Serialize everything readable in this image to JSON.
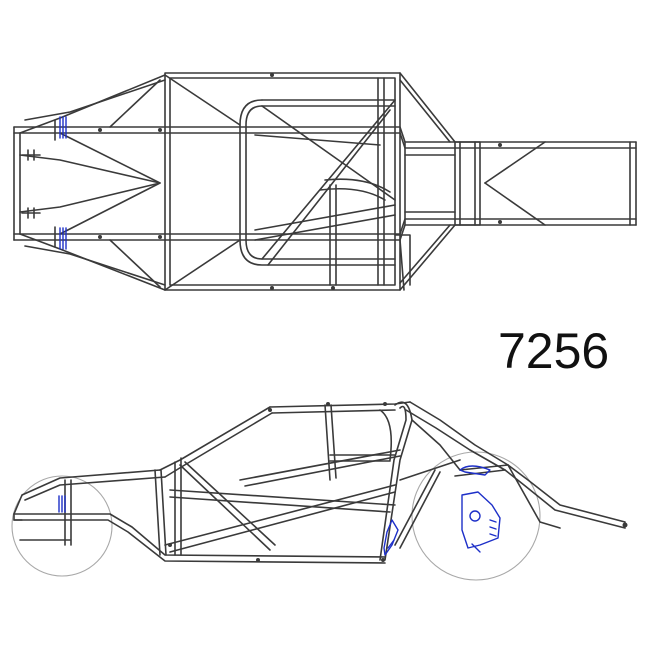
{
  "part_number": "7256",
  "colors": {
    "tube": "#3a3a3a",
    "wheel_outline": "#a8a8a8",
    "suspension_mount": "#1d2fc8",
    "background": "#ffffff"
  },
  "views": [
    {
      "view": "top"
    },
    {
      "view": "side"
    }
  ]
}
